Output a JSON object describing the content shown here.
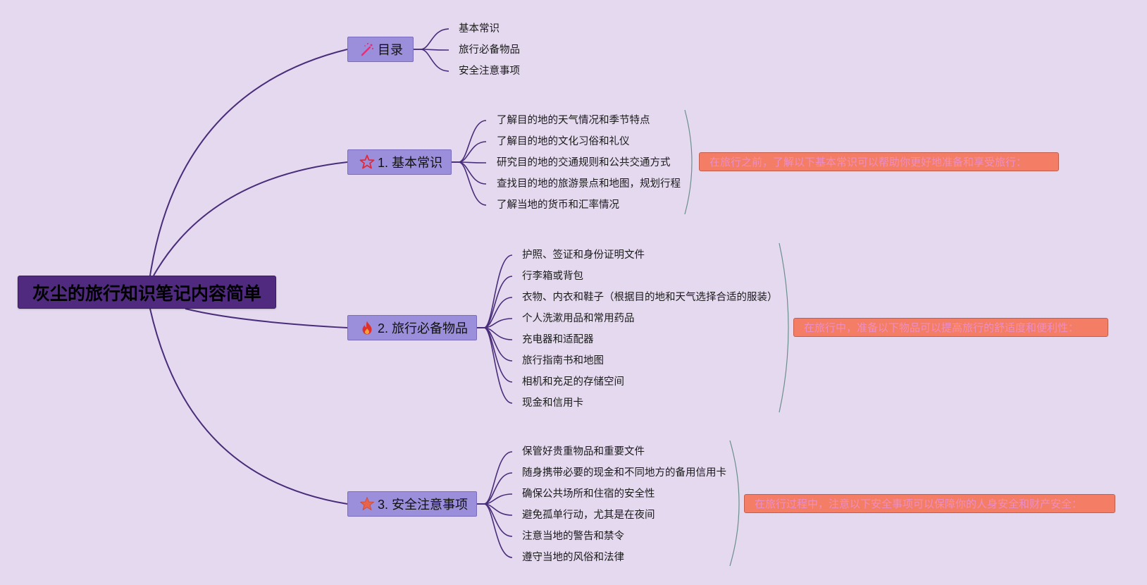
{
  "root": {
    "title": "灰尘的旅行知识笔记内容简单"
  },
  "colors": {
    "background": "#e4d9ee",
    "root": "#4f2a7e",
    "branch": "#9b8fdb",
    "line": "#4a2d7a",
    "note": "#f47d66",
    "note_text": "#ee8ec0",
    "bracket": "#6b8e8e"
  },
  "branches": [
    {
      "label": "目录",
      "icon": "magic-wand-icon",
      "leaves": [
        "基本常识",
        "旅行必备物品",
        "安全注意事项"
      ]
    },
    {
      "label": "1. 基本常识",
      "icon": "star-outline-icon",
      "leaves": [
        "了解目的地的天气情况和季节特点",
        "了解目的地的文化习俗和礼仪",
        "研究目的地的交通规则和公共交通方式",
        "查找目的地的旅游景点和地图，规划行程",
        "了解当地的货币和汇率情况"
      ],
      "note": "在旅行之前，了解以下基本常识可以帮助你更好地准备和享受旅行："
    },
    {
      "label": "2. 旅行必备物品",
      "icon": "fire-icon",
      "leaves": [
        "护照、签证和身份证明文件",
        "行李箱或背包",
        "衣物、内衣和鞋子（根据目的地和天气选择合适的服装）",
        "个人洗漱用品和常用药品",
        "充电器和适配器",
        "旅行指南书和地图",
        "相机和充足的存储空间",
        "现金和信用卡"
      ],
      "note": "在旅行中，准备以下物品可以提高旅行的舒适度和便利性："
    },
    {
      "label": "3. 安全注意事项",
      "icon": "star-filled-icon",
      "leaves": [
        "保管好贵重物品和重要文件",
        "随身携带必要的现金和不同地方的备用信用卡",
        "确保公共场所和住宿的安全性",
        "避免孤单行动，尤其是在夜间",
        "注意当地的警告和禁令",
        "遵守当地的风俗和法律"
      ],
      "note": "在旅行过程中，注意以下安全事项可以保障你的人身安全和财产安全："
    }
  ]
}
